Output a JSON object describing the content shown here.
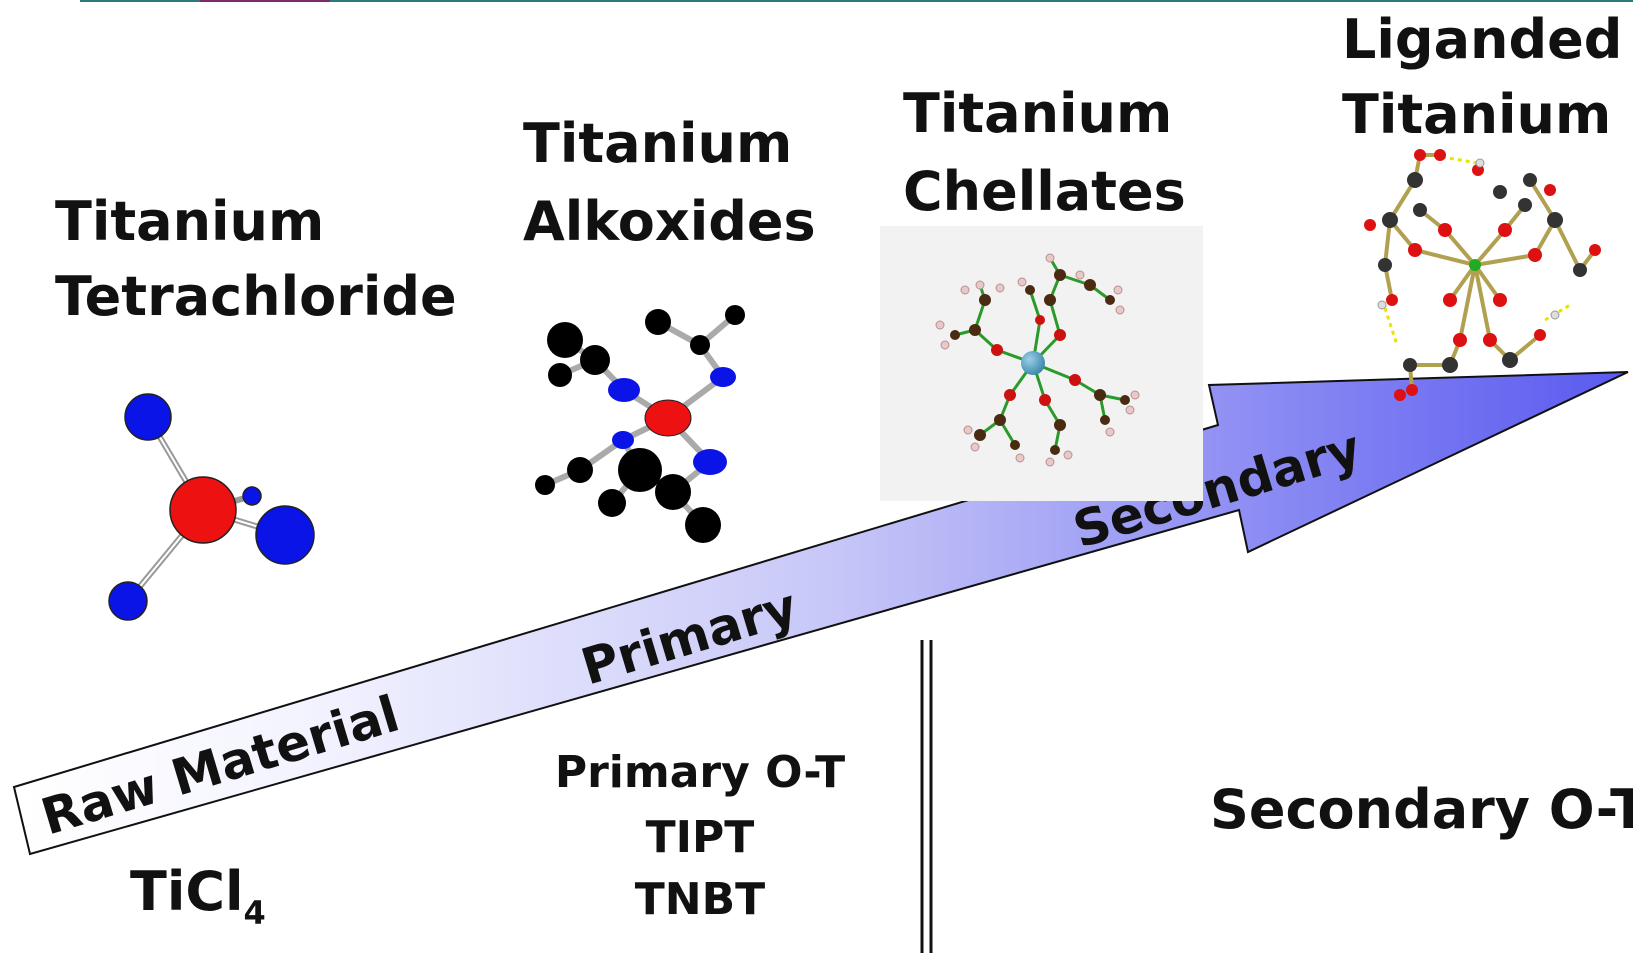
{
  "categories": [
    {
      "line1": "Titanium",
      "line2": "Tetrachloride"
    },
    {
      "line1": "Titanium",
      "line2": "Alkoxides"
    },
    {
      "line1": "Titanium",
      "line2": "Chellates"
    },
    {
      "line1": "Liganded",
      "line2": "Titanium"
    }
  ],
  "arrow": {
    "raw_label": "Raw Material",
    "primary_label": "Primary",
    "secondary_label": "Secondary"
  },
  "below": {
    "ticl_main": "TiCl",
    "ticl_subscript": "4",
    "primary_line1": "Primary O-T",
    "primary_line2": "TIPT",
    "primary_line3": "TNBT",
    "secondary_line1": "Secondary O-T"
  },
  "colors": {
    "arrow_start": "#ffffff",
    "arrow_end": "#5a5af0",
    "titanium_atom": "#ee1111",
    "chlorine_atom": "#0a14e6",
    "carbon_atom": "#000000"
  }
}
